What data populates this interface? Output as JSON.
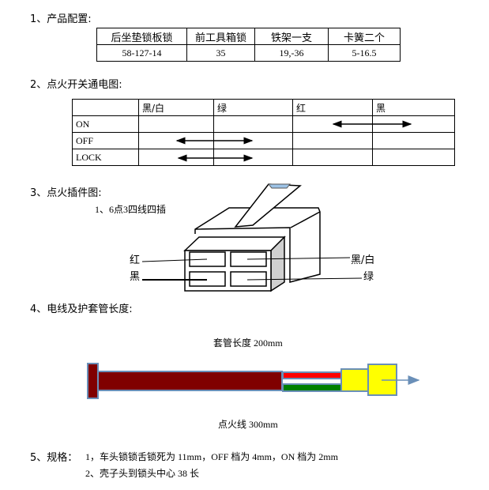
{
  "sections": {
    "s1": "1、产品配置:",
    "s2": "2、点火开关通电图:",
    "s3": "3、点火插件图:",
    "s3_sub": "1、6点3四线四插",
    "s4": "4、电线及护套管长度:",
    "s5": "5、规格："
  },
  "config_table": {
    "headers": [
      "后坐垫锁板锁",
      "前工具箱锁",
      "铁架一支",
      "卡簧二个"
    ],
    "values": [
      "58-127-14",
      "35",
      "19,-36",
      "5-16.5"
    ]
  },
  "switch_table": {
    "headers": [
      "",
      "黑/白",
      "绿",
      "红",
      "黑"
    ],
    "rows": [
      "ON",
      "OFF",
      "LOCK"
    ]
  },
  "connector_labels": {
    "red": "红",
    "black": "黑",
    "black_white": "黑/白",
    "green": "绿"
  },
  "wire_diagram": {
    "sleeve_label": "套管长度 200mm",
    "wire_label": "点火线 300mm",
    "colors": {
      "sleeve": "#800000",
      "red": "#ff0000",
      "green": "#008000",
      "connector": "#ffff00",
      "border": "#6a8fb8"
    }
  },
  "specs": [
    "1，车头锁锁舌锁死为 11mm，OFF 档为 4mm，ON 档为 2mm",
    "2、壳子头到锁头中心 38 长"
  ]
}
